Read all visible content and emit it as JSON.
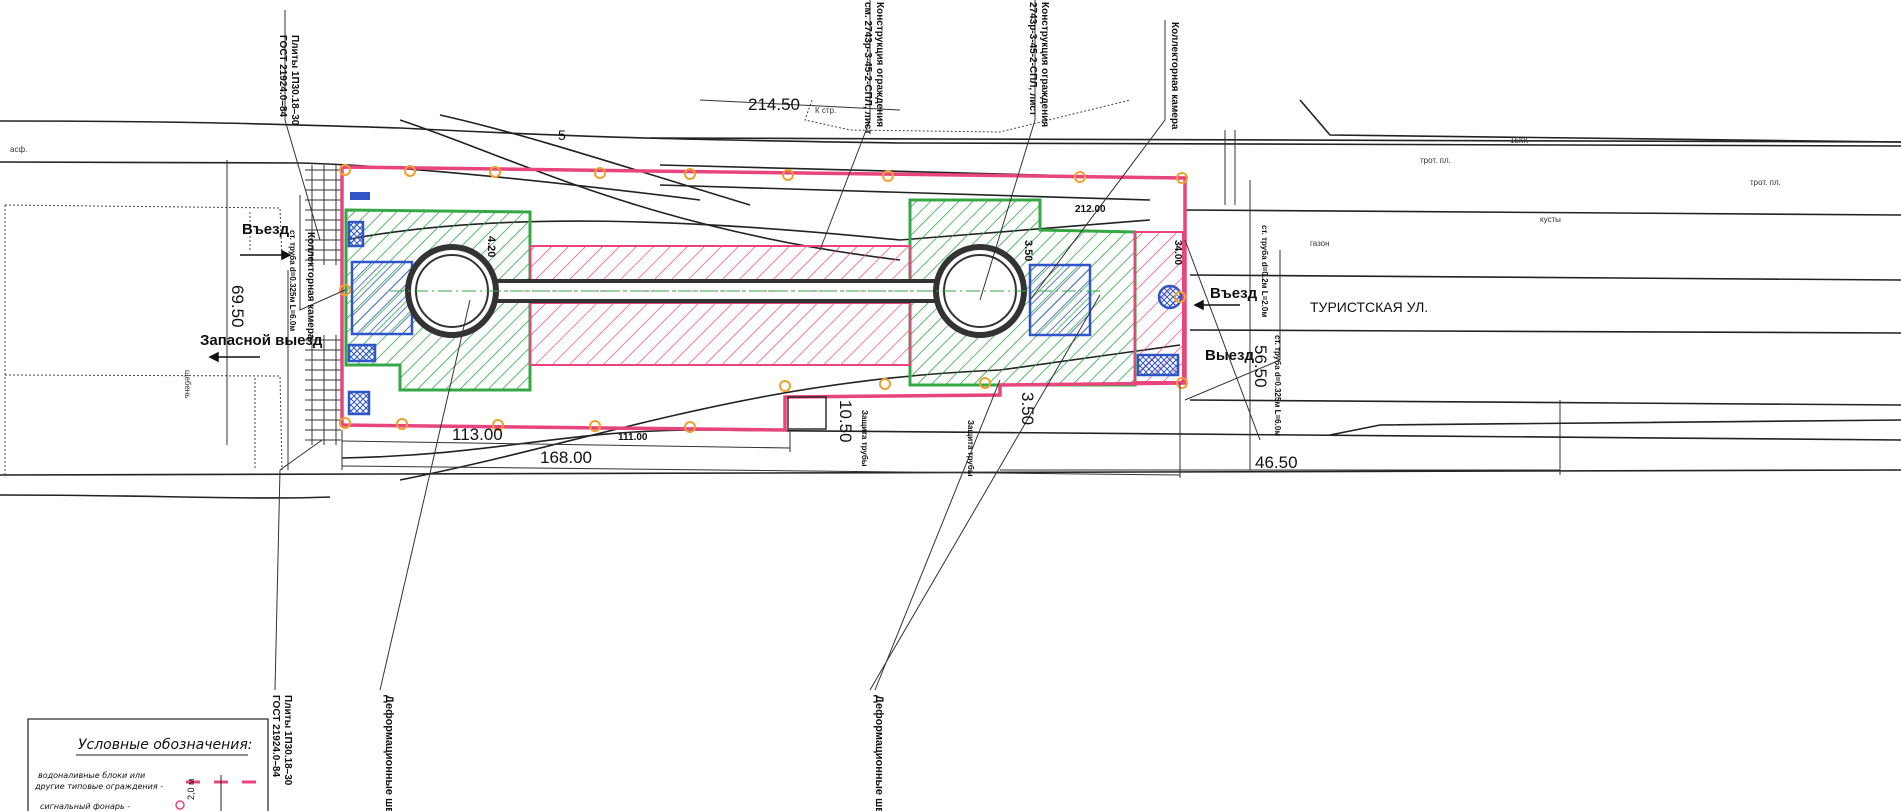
{
  "drawing": {
    "dimensions": {
      "top_length": "214.50",
      "top_length_suffix": "К стр.",
      "left_width": "69.50",
      "right_width": "56.50",
      "total_length": "168.00",
      "inner_length": "113.00",
      "right_length": "46.50",
      "box_width": "10.50",
      "offset_right": "3.50",
      "top_edge": "212.00",
      "bottom_edge": "111.00",
      "right_edge": "34.00",
      "hatch_left": "4.20",
      "hatch_right": "3.50"
    },
    "labels": {
      "entry_left": "Въезд",
      "reserve_exit": "Запасной выезд",
      "entry_right": "Въезд",
      "exit_right": "Выезд",
      "street": "ТУРИСТСКАЯ УЛ.",
      "building": "15КК",
      "sidewalk_1": "трот. пл.",
      "sidewalk_2": "трот. пл.",
      "asphalt": "асф.",
      "lawn": "газон",
      "bushes": "кусты",
      "gravel": "щебень",
      "marker_5": "5"
    },
    "callouts": {
      "plates_top": "Плиты 1П30.18–30",
      "plates_top_gost": "ГОСТ 21924.0–84",
      "plates_bottom": "Плиты 1П30.18–30",
      "plates_bottom_gost": "ГОСТ 21924.0–84",
      "collector_left": "Коллекторная камера",
      "pipe_left": "ст. труба d=0.325м L=6.0м",
      "pipe_right_top": "ст. труба d=0.2м L=2.0м",
      "pipe_right_bottom": "ст. труба d=0.325м L=6.0м",
      "formwork_1": "Конструкция ограждения",
      "formwork_1_ref": "см. 2743р-3-45-2-СПЛ, лист",
      "formwork_2": "Конструкция ограждения",
      "formwork_2_ref": "2743р-3-45-2-СПЛ, лист",
      "collector_right": "Коллекторная камера",
      "deform_left": "Деформационные швы",
      "deform_right": "Деформационные швы",
      "protect_1": "Защита трубы",
      "protect_2": "Защита трубы"
    },
    "legend": {
      "title": "Условные обозначения:",
      "item1_line1": "водоналивные блоки или",
      "item1_line2": "другие типовые ограждения -",
      "item1_scale": "2,0 м",
      "item2": "сигнальный фонарь -"
    },
    "colors": {
      "boundary": "#e8457f",
      "green_zone": "#35a845",
      "blue_zone": "#2f55c8",
      "lamp": "#f0a030"
    }
  }
}
